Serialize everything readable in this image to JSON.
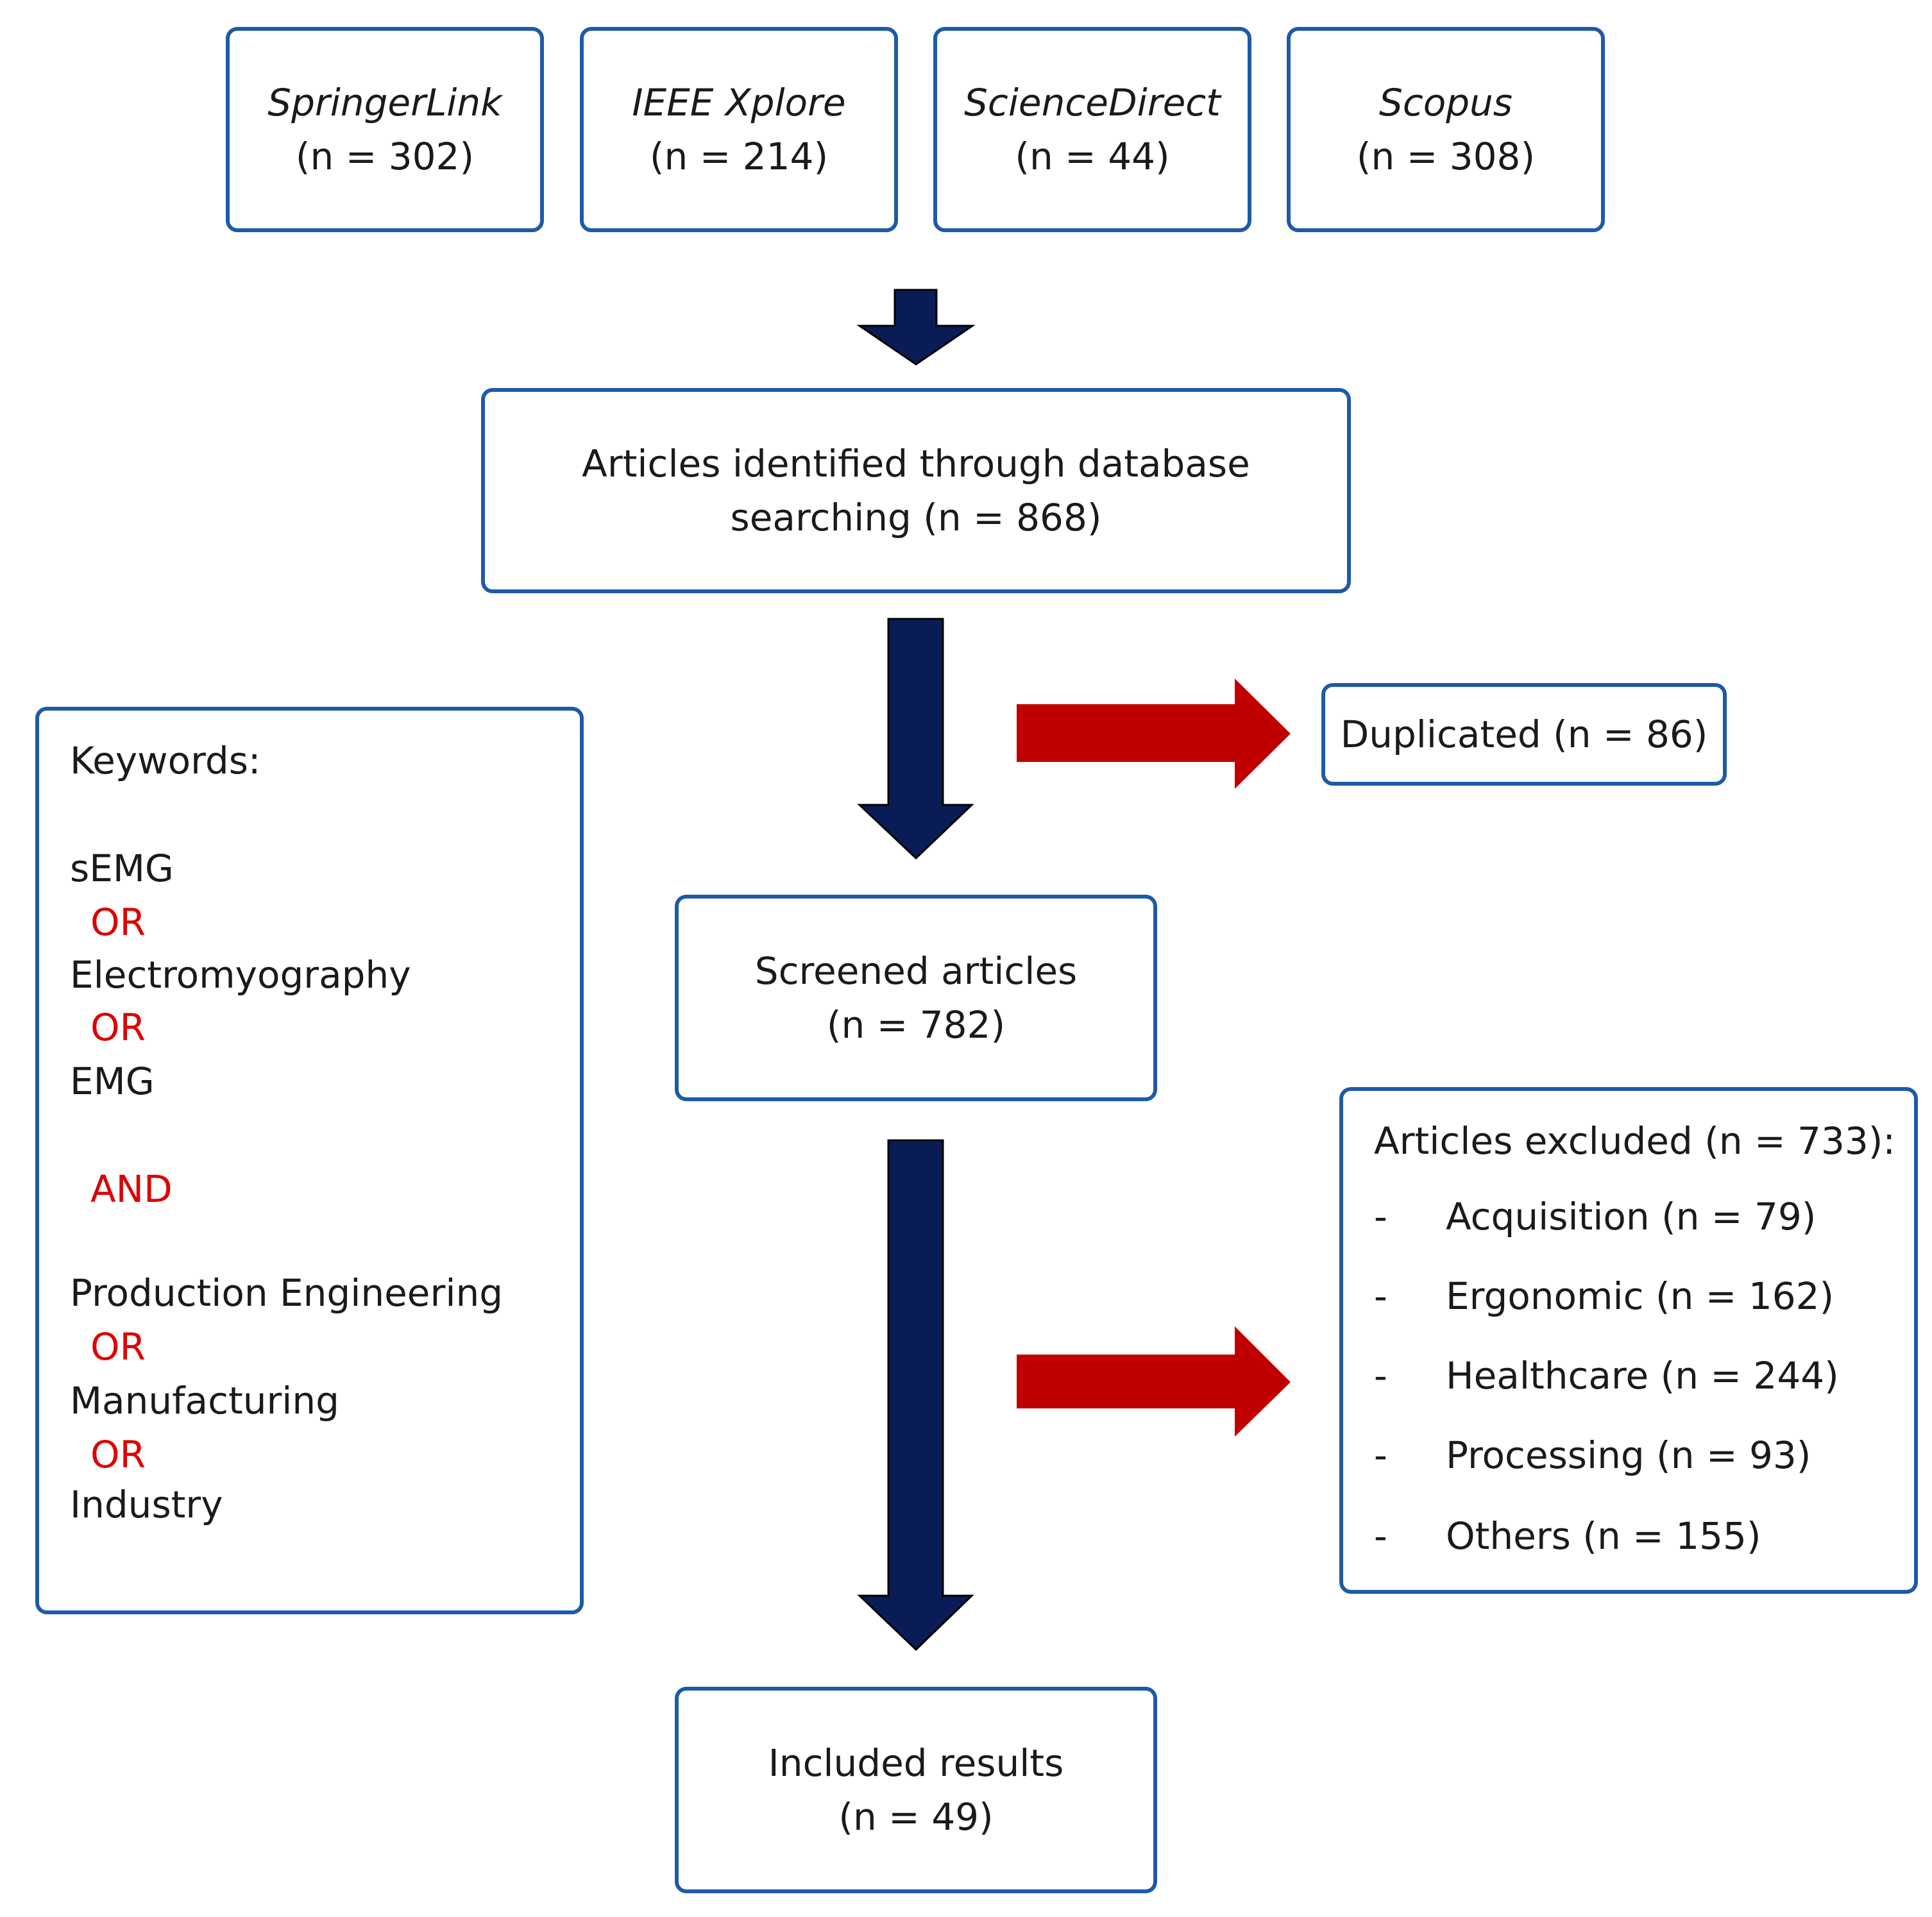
{
  "sources": [
    {
      "name": "SpringerLink",
      "count": "(n = 302)"
    },
    {
      "name": "IEEE Xplore",
      "count": "(n = 214)"
    },
    {
      "name": "ScienceDirect",
      "count": "(n = 44)"
    },
    {
      "name": "Scopus",
      "count": "(n = 308)"
    }
  ],
  "identified": {
    "line1": "Articles identified through database",
    "line2": "searching (n = 868)"
  },
  "duplicated": "Duplicated (n = 86)",
  "screened": {
    "line1": "Screened articles",
    "line2": "(n = 782)"
  },
  "keywords": {
    "title": "Keywords:",
    "lines": [
      "sEMG",
      "OR",
      "Electromyography",
      "OR",
      "EMG",
      "AND",
      "Production Engineering",
      "OR",
      "Manufacturing",
      "OR",
      "Industry"
    ]
  },
  "excluded": {
    "title": "Articles excluded (n = 733):",
    "dash": "-",
    "items": [
      "Acquisition (n = 79)",
      "Ergonomic (n = 162)",
      "Healthcare (n = 244)",
      "Processing (n = 93)",
      "Others (n = 155)"
    ]
  },
  "included": {
    "line1": "Included results",
    "line2": "(n = 49)"
  },
  "colors": {
    "box_border": "#1d5aa8",
    "down_arrow": "#0a1c56",
    "side_arrow": "#c00000",
    "operator_text": "#dd0000"
  }
}
